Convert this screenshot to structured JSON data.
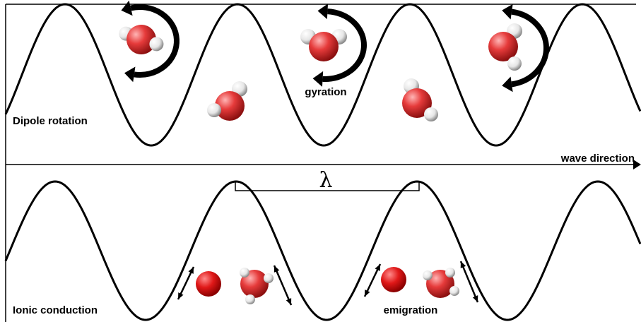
{
  "labels": {
    "dipole_rotation": "Dipole rotation",
    "gyration": "gyration",
    "wave_direction": "wave direction",
    "wavelength": "λ",
    "ionic_conduction": "Ionic conduction",
    "emigration": "emigration"
  },
  "colors": {
    "wave": "#000000",
    "oxygen": "#e23a3a",
    "hydrogen": "#f2f2f2",
    "ion": "#e01818",
    "arrow": "#000000"
  },
  "icons": {
    "water_molecule": "water-molecule-icon",
    "ion": "ion-sphere-icon",
    "rotation_arrow": "curved-arrow-icon",
    "direction_arrow": "double-arrow-icon"
  }
}
